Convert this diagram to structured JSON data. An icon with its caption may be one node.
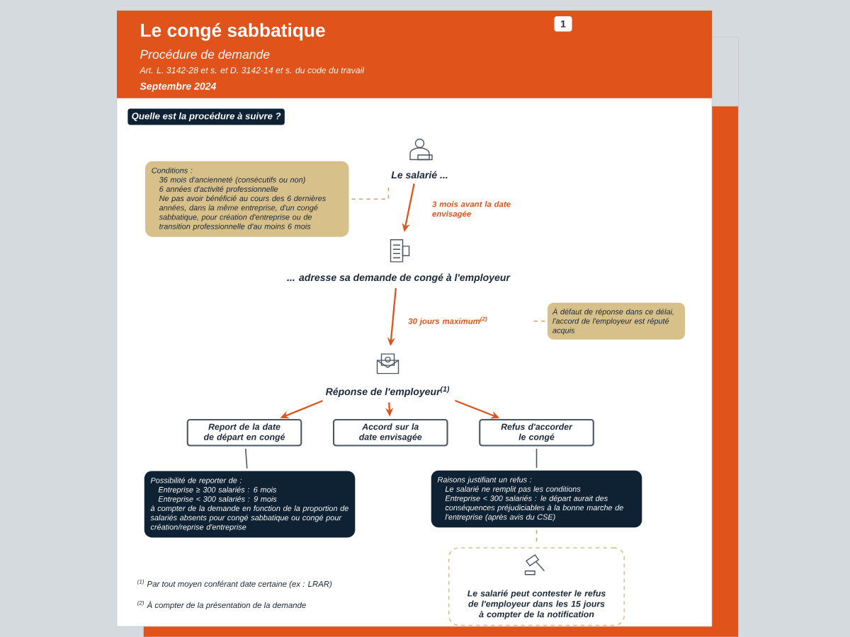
{
  "diagram": {
    "title": "Le congé sabbatique",
    "nodes": [
      {
        "text": [
          "Quelle est la procédure à suivre ?"
        ]
      },
      {
        "text": [
          "Conditions :",
          "36 mois d'ancienneté (consécutifs ou non)",
          "6 années d'activité professionnelle",
          "Ne pas avoir bénéficié au cours des 6 dernières années, dans la même entreprise, d'un congé sabbatique, pour création d'entreprise ou de transition professionnelle d'au moins 6 mois"
        ]
      },
      {
        "text": [
          "Le salarié ..."
        ]
      },
      {
        "text": [
          "... adresse sa demande de congé à l'employeur"
        ]
      },
      {
        "text": [
          "À défaut de réponse dans ce délai, l'accord de l'employeur est réputé acquis"
        ]
      },
      {
        "text": [
          "Réponse de l'employeur$^{(1)}$"
        ]
      },
      {
        "text": [
          "Report de la date de départ en congé"
        ]
      },
      {
        "text": [
          "Accord sur la date envisagée"
        ]
      },
      {
        "text": [
          "Refus d'accorder le congé"
        ]
      },
      {
        "text": [
          "Possibilité de reporter de :",
          "Entreprise ≥ 300 salariés : 6 mois",
          "Entreprise < 300 salariés : 9 mois",
          "à compter de la demande en fonction de la proportion de salariés absents pour congé sabbatique ou congé pour création/reprise d'entreprise"
        ]
      },
      {
        "text": [
          "Raisons justifiant un refus :",
          "Le salarié ne remplit pas les conditions",
          "Entreprise < 300 salariés : le départ aurait des conséquences préjudiciables à la bonne marche de l'entreprise (après avis du CSE)"
        ]
      },
      {
        "text": [
          "Le salarié peut contester le refus de l'employeur dans les 15 jours à compter de la notification"
        ]
      }
    ],
    "edges": [
      {
        "from": 1,
        "to": 2,
        "arrow": "none",
        "style": "dashed",
        "color": "#c9a86a"
      },
      {
        "from": 2,
        "to": 3,
        "arrow": "to",
        "label": "3 mois avant la date envisagée"
      },
      {
        "from": 3,
        "to": 5,
        "arrow": "to",
        "label": "30 jours maximum$^{(2)}$"
      },
      {
        "from": null,
        "to": 4,
        "arrow": "none",
        "style": "dashed",
        "color": "#c9a86a"
      },
      {
        "from": 5,
        "to": 6,
        "arrow": "to"
      },
      {
        "from": 5,
        "to": 7,
        "arrow": "to"
      },
      {
        "from": 5,
        "to": 8,
        "arrow": "to"
      },
      {
        "from": 6,
        "to": 9,
        "arrow": "none",
        "color": "#4d5660"
      },
      {
        "from": 8,
        "to": 10,
        "arrow": "none",
        "color": "#4d5660"
      },
      {
        "from": 10,
        "to": 11,
        "arrow": "none",
        "style": "dashed",
        "color": "#c9a86a"
      }
    ],
    "labels": [
      "1",
      "Procédure de demande",
      "Art. L. 3142-28 et s. et D. 3142-14 et s. du code du travail",
      "Septembre 2024",
      "$^{(1)}$ Par tout moyen conférant date certaine (ex : LRAR)",
      "$^{(2)}$ À compter de la présentation de la demande"
    ]
  }
}
